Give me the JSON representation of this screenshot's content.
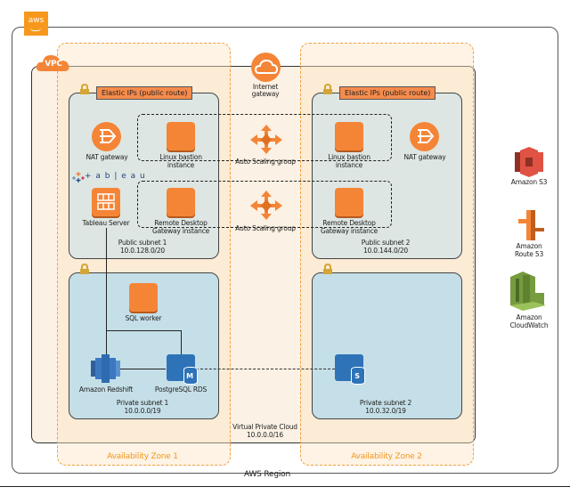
{
  "region": {
    "logo_text": "aws",
    "label": "AWS Region"
  },
  "vpc": {
    "badge": "VPC",
    "label": "Virtual Private Cloud",
    "cidr": "10.0.0.0/16"
  },
  "internet_gateway": {
    "label_line1": "Internet",
    "label_line2": "gateway"
  },
  "availability_zones": [
    {
      "label": "Availability Zone 1"
    },
    {
      "label": "Availability Zone 2"
    }
  ],
  "public_subnets": [
    {
      "title": "Elastic IPs (public route)",
      "name": "Public subnet 1",
      "cidr": "10.0.128.0/20"
    },
    {
      "title": "Elastic IPs (public route)",
      "name": "Public subnet 2",
      "cidr": "10.0.144.0/20"
    }
  ],
  "private_subnets": [
    {
      "name": "Private subnet 1",
      "cidr": "10.0.0.0/19"
    },
    {
      "name": "Private subnet 2",
      "cidr": "10.0.32.0/19"
    }
  ],
  "nodes": {
    "nat1": "NAT gateway",
    "nat2": "NAT gateway",
    "bastion1_l1": "Linux bastion",
    "bastion1_l2": "instance",
    "bastion2_l1": "Linux bastion",
    "bastion2_l2": "instance",
    "rdgw1_l1": "Remote Desktop",
    "rdgw1_l2": "Gateway instance",
    "rdgw2_l1": "Remote Desktop",
    "rdgw2_l2": "Gateway instance",
    "asg1": "Auto Scaling group",
    "asg2": "Auto Scaling group",
    "tableau_logo": "+ a b | e a u",
    "tableau_server": "Tableau Server",
    "sql_worker": "SQL worker",
    "redshift": "Amazon Redshift",
    "rds_master": "PostgreSQL RDS",
    "rds_master_badge": "M",
    "rds_standby_badge": "S"
  },
  "services": {
    "s3": "Amazon S3",
    "route53_l1": "Amazon",
    "route53_l2": "Route 53",
    "cloudwatch_l1": "Amazon",
    "cloudwatch_l2": "CloudWatch"
  },
  "colors": {
    "aws_orange": "#f7981d",
    "ec2_orange": "#f58536",
    "az_dash": "#f0a040",
    "rds_blue": "#2e73b8",
    "s3_red": "#e05243",
    "cloudwatch_green": "#759c3e"
  }
}
